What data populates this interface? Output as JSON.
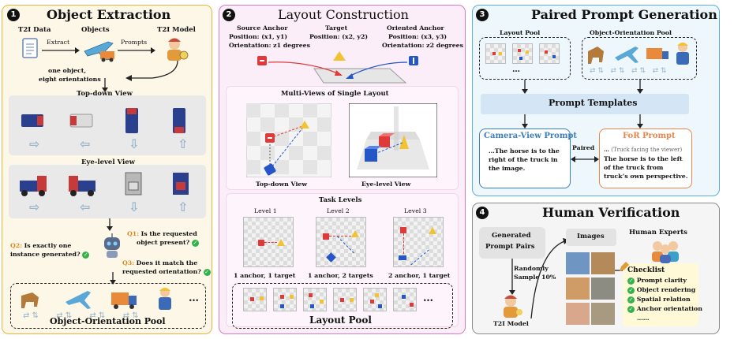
{
  "panel1": {
    "num": "1",
    "title": "Object  Extraction",
    "t2i_data": "T2I Data",
    "extract": "Extract",
    "objects": "Objects",
    "prompts": "Prompts",
    "t2i_model": "T2I Model",
    "one_object": "one object,",
    "eight_orientations": "eight orientations",
    "top_down_view": "Top-down View",
    "eye_level_view": "Eye-level View",
    "q1_label": "Q1:",
    "q1_text": "Is the requested",
    "q1_text2": "object present?",
    "q2_label": "Q2:",
    "q2_text": "Is exactly one",
    "q2_text2": "instance generated?",
    "q3_label": "Q3:",
    "q3_text": "Does it match the",
    "q3_text2": "requested orientation?",
    "pool_title": "Object-Orientation Pool",
    "ellipsis": "…"
  },
  "panel2": {
    "num": "2",
    "title": "Layout Construction",
    "source_anchor": "Source Anchor",
    "source_pos": "Position: (x1, y1)",
    "source_orient": "Orientation: z1 degrees",
    "target": "Target",
    "target_pos": "Position: (x2, y2)",
    "oriented_anchor": "Oriented Anchor",
    "oriented_pos": "Position: (x3, y3)",
    "oriented_orient": "Orientation: z2 degrees",
    "multiview_title": "Multi-Views of Single Layout",
    "top_down": "Top-down View",
    "eye_level": "Eye-level View",
    "task_levels": "Task Levels",
    "level1": "Level 1",
    "level2": "Level 2",
    "level3": "Level 3",
    "level1_desc": "1 anchor, 1 target",
    "level2_desc": "1 anchor, 2 targets",
    "level3_desc": "2 anchor, 1 target",
    "layout_pool": "Layout Pool",
    "ellipsis": "…"
  },
  "panel3": {
    "num": "3",
    "title": "Paired Prompt Generation",
    "layout_pool": "Layout Pool",
    "oo_pool": "Object-Orientation Pool",
    "prompt_templates": "Prompt Templates",
    "camera_title": "Camera-View Prompt",
    "camera_text1": "…The horse is to the",
    "camera_text2": "right of the truck in",
    "camera_text3": "the image.",
    "paired": "Paired",
    "for_title": "FoR Prompt",
    "for_note": "(Truck facing the viewer)",
    "for_text1": "The horse is to the left",
    "for_text2": "of the truck from",
    "for_text3": "truck’s own perspective."
  },
  "panel4": {
    "num": "4",
    "title": "Human Verification",
    "generated": "Generated",
    "prompt_pairs": "Prompt Pairs",
    "randomly": "Randomly",
    "sample": "Sample 10%",
    "t2i_model": "T2I Model",
    "images": "Images",
    "human_experts": "Human Experts",
    "checklist_title": "Checklist",
    "checklist": [
      "Prompt clarity",
      "Object rendering",
      "Spatial relation",
      "Anchor orientation",
      "……"
    ]
  },
  "colors": {
    "red": "#e0393a",
    "blue": "#2456c8",
    "yellow": "#f2c230",
    "accent_orange": "#e8864b",
    "accent_blue": "#3a7dc0"
  }
}
